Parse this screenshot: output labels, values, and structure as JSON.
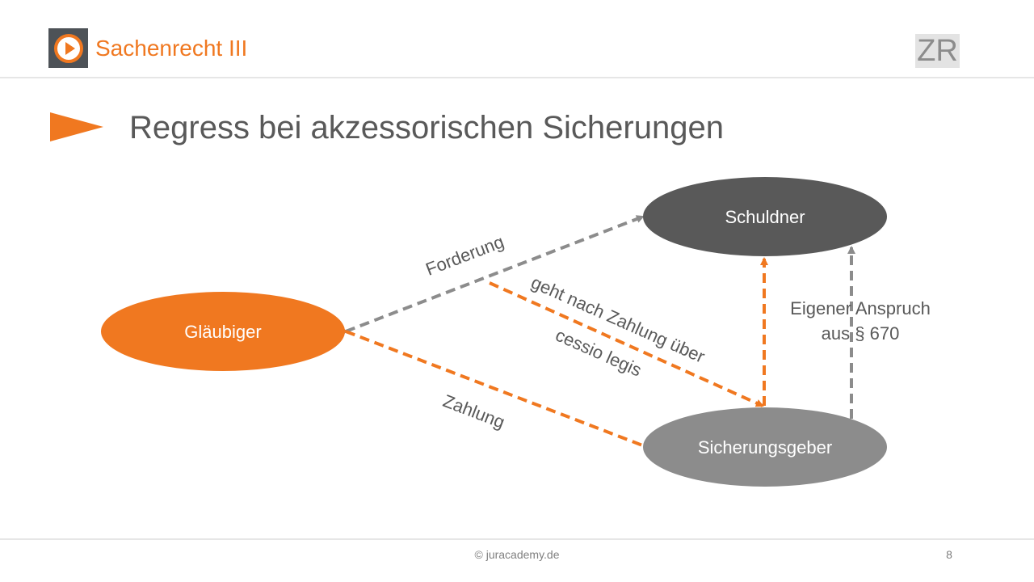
{
  "header": {
    "course_title": "Sachenrecht III",
    "badge": "ZR",
    "logo_icon": "play-icon"
  },
  "slide": {
    "title": "Regress bei akzessorischen Sicherungen"
  },
  "diagram": {
    "nodes": {
      "schuldner": "Schuldner",
      "glaeubiger": "Gläubiger",
      "sicherungsgeber": "Sicherungsgeber"
    },
    "labels": {
      "forderung": "Forderung",
      "zahlung": "Zahlung",
      "uebergang_line1": "geht nach Zahlung über",
      "uebergang_line2": "cessio legis",
      "anspruch_line1": "Eigener Anspruch",
      "anspruch_line2": "aus § 670"
    },
    "colors": {
      "accent": "#f07820",
      "dark": "#595959",
      "mid": "#8c8c8c",
      "arrow_gray": "#8c8c8c"
    }
  },
  "footer": {
    "copyright": "© juracademy.de",
    "page": "8"
  }
}
